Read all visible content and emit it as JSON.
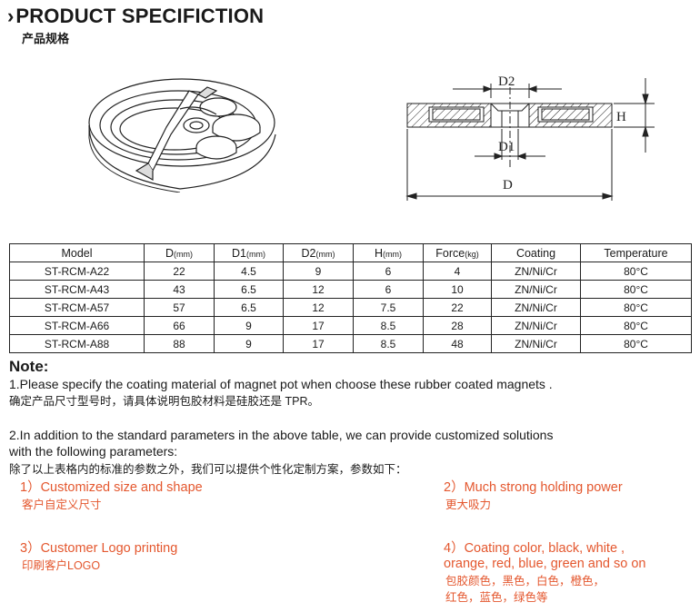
{
  "header": {
    "chevron": "›",
    "title": "PRODUCT SPECIFICTION",
    "subtitle": "产品规格"
  },
  "drawing": {
    "labels": {
      "d2": "D2",
      "h": "H",
      "d1": "D1",
      "d": "D"
    }
  },
  "table": {
    "headers": [
      {
        "label": "Model",
        "unit": ""
      },
      {
        "label": "D",
        "unit": "(mm)"
      },
      {
        "label": "D1",
        "unit": "(mm)"
      },
      {
        "label": "D2",
        "unit": "(mm)"
      },
      {
        "label": "H",
        "unit": "(mm)"
      },
      {
        "label": "Force",
        "unit": "(kg)"
      },
      {
        "label": "Coating",
        "unit": ""
      },
      {
        "label": "Temperature",
        "unit": ""
      }
    ],
    "rows": [
      [
        "ST-RCM-A22",
        "22",
        "4.5",
        "9",
        "6",
        "4",
        "ZN/Ni/Cr",
        "80°C"
      ],
      [
        "ST-RCM-A43",
        "43",
        "6.5",
        "12",
        "6",
        "10",
        "ZN/Ni/Cr",
        "80°C"
      ],
      [
        "ST-RCM-A57",
        "57",
        "6.5",
        "12",
        "7.5",
        "22",
        "ZN/Ni/Cr",
        "80°C"
      ],
      [
        "ST-RCM-A66",
        "66",
        "9",
        "17",
        "8.5",
        "28",
        "ZN/Ni/Cr",
        "80°C"
      ],
      [
        "ST-RCM-A88",
        "88",
        "9",
        "17",
        "8.5",
        "48",
        "ZN/Ni/Cr",
        "80°C"
      ]
    ]
  },
  "notes": {
    "title": "Note:",
    "p1_en": "1.Please specify the coating material of magnet pot when choose these rubber coated magnets .",
    "p1_cn": "确定产品尺寸型号时，请具体说明包胶材料是硅胶还是 TPR。",
    "p2_en_line1": "2.In addition to the standard parameters in the above table, we can provide  customized solutions",
    "p2_en_line2": "with the following parameters:",
    "p2_cn": "除了以上表格内的标准的参数之外，我们可以提供个性化定制方案，参数如下：",
    "items": [
      {
        "en": "1）Customized size and shape",
        "cn": "客户自定义尺寸"
      },
      {
        "en": "2）Much strong holding power",
        "cn": "更大吸力"
      },
      {
        "en": "3）Customer Logo printing",
        "cn": "印刷客户LOGO"
      },
      {
        "en_line1": "4）Coating color, black, white ,",
        "en_line2": "orange, red, blue, green and so on",
        "cn_line1": "包胶颜色，黑色，白色，橙色，",
        "cn_line2": "红色，蓝色，绿色等"
      }
    ]
  }
}
